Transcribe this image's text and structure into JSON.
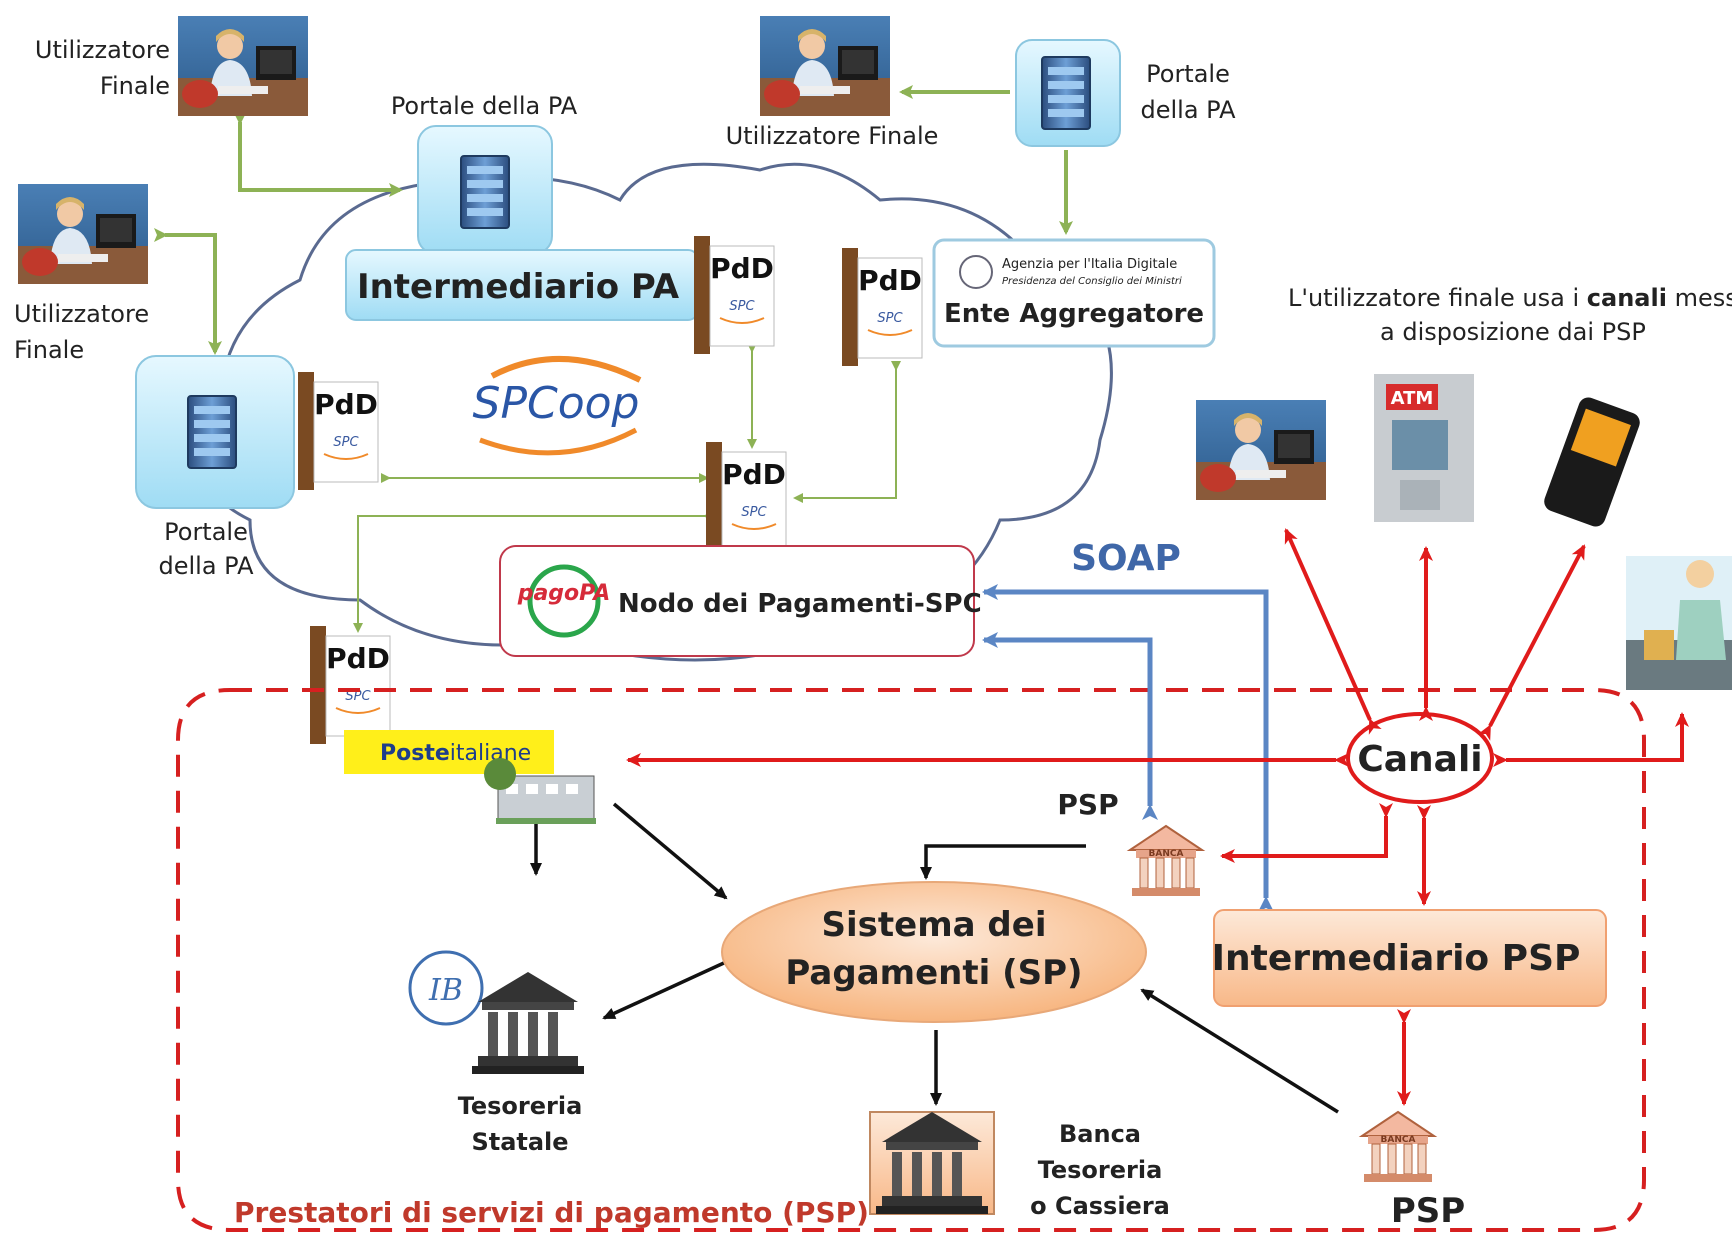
{
  "users": {
    "top_left": "Utilizzatore\nFinale",
    "left": "Utilizzatore\nFinale",
    "top_center": "Utilizzatore Finale"
  },
  "portals": {
    "center_top": "Portale della PA",
    "left": "Portale\ndella PA",
    "top_right": "Portale\ndella PA"
  },
  "intermediario_pa": "Intermediario PA",
  "ente_aggregatore": {
    "agency_line1": "Agenzia per l'Italia Digitale",
    "agency_line2": "Presidenza del Consiglio dei Ministri",
    "label": "Ente Aggregatore"
  },
  "pdd_label": "PdD",
  "pdd_sub": "SPC",
  "spcoop_logo": "SPCoop",
  "nodo": {
    "logo_text": "pagoPA",
    "label": "Nodo dei Pagamenti-SPC"
  },
  "soap": "SOAP",
  "channels_note": {
    "prefix": "L'utilizzatore finale usa i ",
    "bold": "canali",
    "suffix": "  messi",
    "line2": "a disposizione dai PSP"
  },
  "atm_label": "ATM",
  "poste": {
    "bold": "Poste",
    "normal": "italiane"
  },
  "canali": "Canali",
  "psp_small": "PSP",
  "psp_large": "PSP",
  "bank_sign": "BANCA",
  "sistema": "Sistema dei\nPagamenti (SP)",
  "intermediario_psp": "Intermediario PSP",
  "tesoreria": "Tesoreria\nStatale",
  "banca_tesoreria": "Banca\nTesoreria\no Cassiera",
  "bi_logo": "IB",
  "psp_region": "Prestatori di servizi di pagamento (PSP)",
  "colors": {
    "green_arrow": "#8db255",
    "blue_arrow": "#5b86c4",
    "red": "#e01b1b",
    "region_label": "#c0392b",
    "soap": "#3f67a8",
    "cloud_stroke": "#5a6a90",
    "box_blue": "#cfeefb",
    "orange_fill": "#fcd5b4"
  }
}
